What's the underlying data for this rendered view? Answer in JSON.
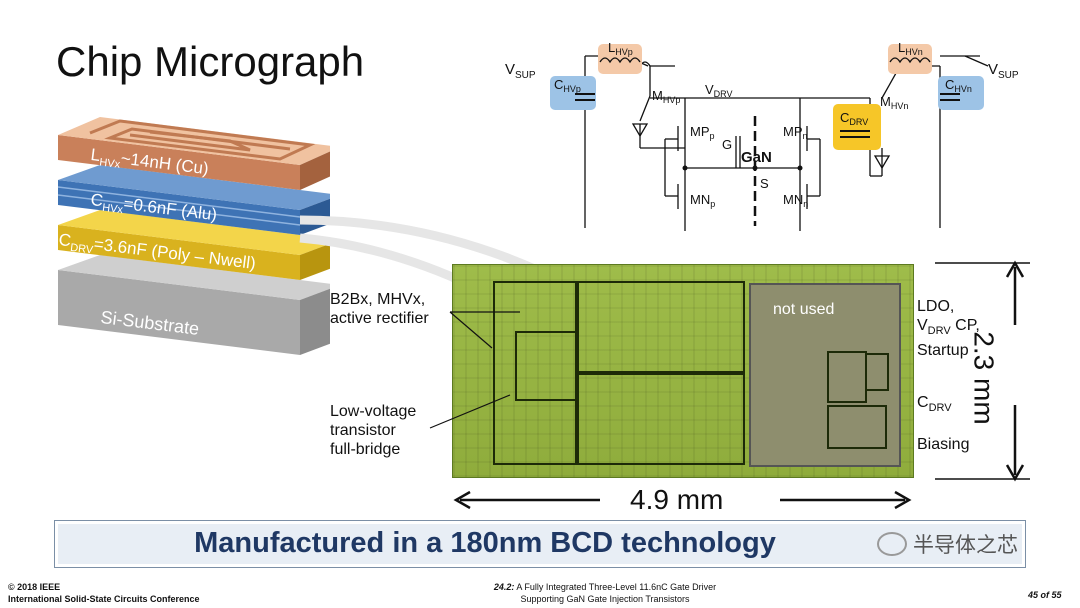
{
  "slide": {
    "title": "Chip Micrograph",
    "banner": "Manufactured in a 180nm BCD technology",
    "watermark": "半导体之芯"
  },
  "stack": {
    "inductor": "L_HVx ~14nH (Cu)",
    "inductor_main": "L",
    "inductor_sub": "HVx",
    "inductor_rest": "~14nH (Cu)",
    "cap_hv_main": "C",
    "cap_hv_sub": "HVx",
    "cap_hv_rest": "=0.6nF (Alu)",
    "cap_drv_main": "C",
    "cap_drv_sub": "DRV",
    "cap_drv_rest": "=3.6nF (Poly – Nwell)",
    "substrate": "Si-Substrate"
  },
  "schematic": {
    "vsup_left": "V",
    "vsup_left_sub": "SUP",
    "vsup_right": "V",
    "vsup_right_sub": "SUP",
    "lhvp": "L",
    "lhvp_sub": "HVp",
    "lhvn": "L",
    "lhvn_sub": "HVn",
    "chvp": "C",
    "chvp_sub": "HVp",
    "chvn": "C",
    "chvn_sub": "HVn",
    "mhvp": "M",
    "mhvp_sub": "HVp",
    "mhvn": "M",
    "mhvn_sub": "HVn",
    "vdrv": "V",
    "vdrv_sub": "DRV",
    "cdrv": "C",
    "cdrv_sub": "DRV",
    "mpp": "MP",
    "mpp_sub": "p",
    "mpn": "MP",
    "mpn_sub": "n",
    "mnp": "MN",
    "mnp_sub": "p",
    "mnn": "MN",
    "mnn_sub": "n",
    "gan": "GaN",
    "g": "G",
    "s": "S"
  },
  "die": {
    "not_used": "not used",
    "label_b2bx_1": "B2Bx, MHVx,",
    "label_b2bx_2": "active rectifier",
    "label_lv_1": "Low-voltage",
    "label_lv_2": "transistor",
    "label_lv_3": "full-bridge",
    "label_ldo_1": "LDO,",
    "label_ldo_2_main": "V",
    "label_ldo_2_sub": "DRV",
    "label_ldo_2_rest": " CP,",
    "label_ldo_3": "Startup",
    "label_cdrv_main": "C",
    "label_cdrv_sub": "DRV",
    "label_biasing": "Biasing",
    "width": "4.9 mm",
    "height": "2.3 mm"
  },
  "footer": {
    "copyright": "© 2018 IEEE",
    "conference": "International Solid-State Circuits Conference",
    "paper_num": "24.2:",
    "paper_title_1": " A Fully Integrated Three-Level 11.6nC Gate Driver",
    "paper_title_2": "Supporting GaN Gate Injection Transistors",
    "page": "45 of 55"
  },
  "colors": {
    "inductor": "#d9926a",
    "cap_hv": "#4a7fbf",
    "cap_drv": "#e7c23a",
    "substrate": "#a6a6a6",
    "banner_text": "#1f3864",
    "die": "#9fbc4a"
  }
}
